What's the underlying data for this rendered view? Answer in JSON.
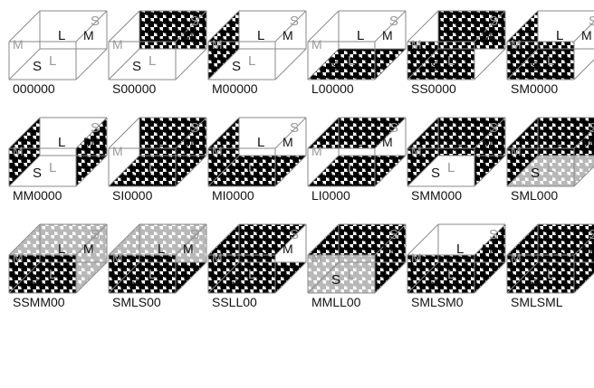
{
  "cells": [
    {
      "caption": "000000",
      "faces": {
        "top": "n",
        "back": "n",
        "left": "n",
        "right": "n",
        "bottom": "n",
        "front": "n"
      }
    },
    {
      "caption": "S00000",
      "faces": {
        "top": "n",
        "back": "b",
        "left": "n",
        "right": "n",
        "bottom": "n",
        "front": "n"
      }
    },
    {
      "caption": "M00000",
      "faces": {
        "top": "n",
        "back": "n",
        "left": "b",
        "right": "n",
        "bottom": "n",
        "front": "n"
      }
    },
    {
      "caption": "L00000",
      "faces": {
        "top": "n",
        "back": "n",
        "left": "n",
        "right": "n",
        "bottom": "b",
        "front": "n"
      }
    },
    {
      "caption": "SS0000",
      "faces": {
        "top": "n",
        "back": "b",
        "left": "n",
        "right": "n",
        "bottom": "n",
        "front": "b"
      }
    },
    {
      "caption": "SM0000",
      "faces": {
        "top": "n",
        "back": "n",
        "left": "b",
        "right": "n",
        "bottom": "n",
        "front": "b"
      }
    },
    {
      "caption": "MM0000",
      "faces": {
        "top": "n",
        "back": "n",
        "left": "b",
        "right": "b",
        "bottom": "n",
        "front": "n"
      }
    },
    {
      "caption": "SI0000",
      "faces": {
        "top": "n",
        "back": "b",
        "left": "n",
        "right": "n",
        "bottom": "b",
        "front": "n"
      }
    },
    {
      "caption": "MI0000",
      "faces": {
        "top": "n",
        "back": "n",
        "left": "b",
        "right": "n",
        "bottom": "b",
        "front": "n"
      }
    },
    {
      "caption": "LI0000",
      "faces": {
        "top": "b",
        "back": "n",
        "left": "n",
        "right": "n",
        "bottom": "b",
        "front": "n"
      }
    },
    {
      "caption": "SMM000",
      "faces": {
        "top": "n",
        "back": "b",
        "left": "b",
        "right": "b",
        "bottom": "n",
        "front": "n"
      }
    },
    {
      "caption": "SML000",
      "faces": {
        "top": "n",
        "back": "b",
        "left": "b",
        "right": "n",
        "bottom": "g",
        "front": "n"
      }
    },
    {
      "caption": "SSMM00",
      "faces": {
        "top": "g",
        "back": "g",
        "left": "g",
        "right": "g",
        "bottom": "b",
        "front": "b"
      }
    },
    {
      "caption": "SMLS00",
      "faces": {
        "top": "g",
        "back": "g",
        "left": "g",
        "right": "n",
        "bottom": "b",
        "front": "b"
      }
    },
    {
      "caption": "SSLL00",
      "faces": {
        "top": "b",
        "back": "n",
        "left": "b",
        "right": "n",
        "bottom": "b",
        "front": "b"
      }
    },
    {
      "caption": "MMLL00",
      "faces": {
        "top": "b",
        "back": "b",
        "left": "b",
        "right": "b",
        "bottom": "b",
        "front": "g"
      }
    },
    {
      "caption": "SMLSM0",
      "faces": {
        "top": "n",
        "back": "n",
        "left": "n",
        "right": "b",
        "bottom": "b",
        "front": "b"
      }
    },
    {
      "caption": "SMLSML",
      "faces": {
        "top": "b",
        "back": "b",
        "left": "b",
        "right": "b",
        "bottom": "b",
        "front": "b"
      }
    }
  ],
  "face_labels": {
    "small": "S",
    "medium": "M",
    "large": "L"
  },
  "colors": {
    "black_dots": "#000000",
    "gray_dots": "#b8b8b8",
    "edges": "#8a8a8a",
    "gray_label": "#9a9a9a",
    "dark_label": "#111111"
  }
}
